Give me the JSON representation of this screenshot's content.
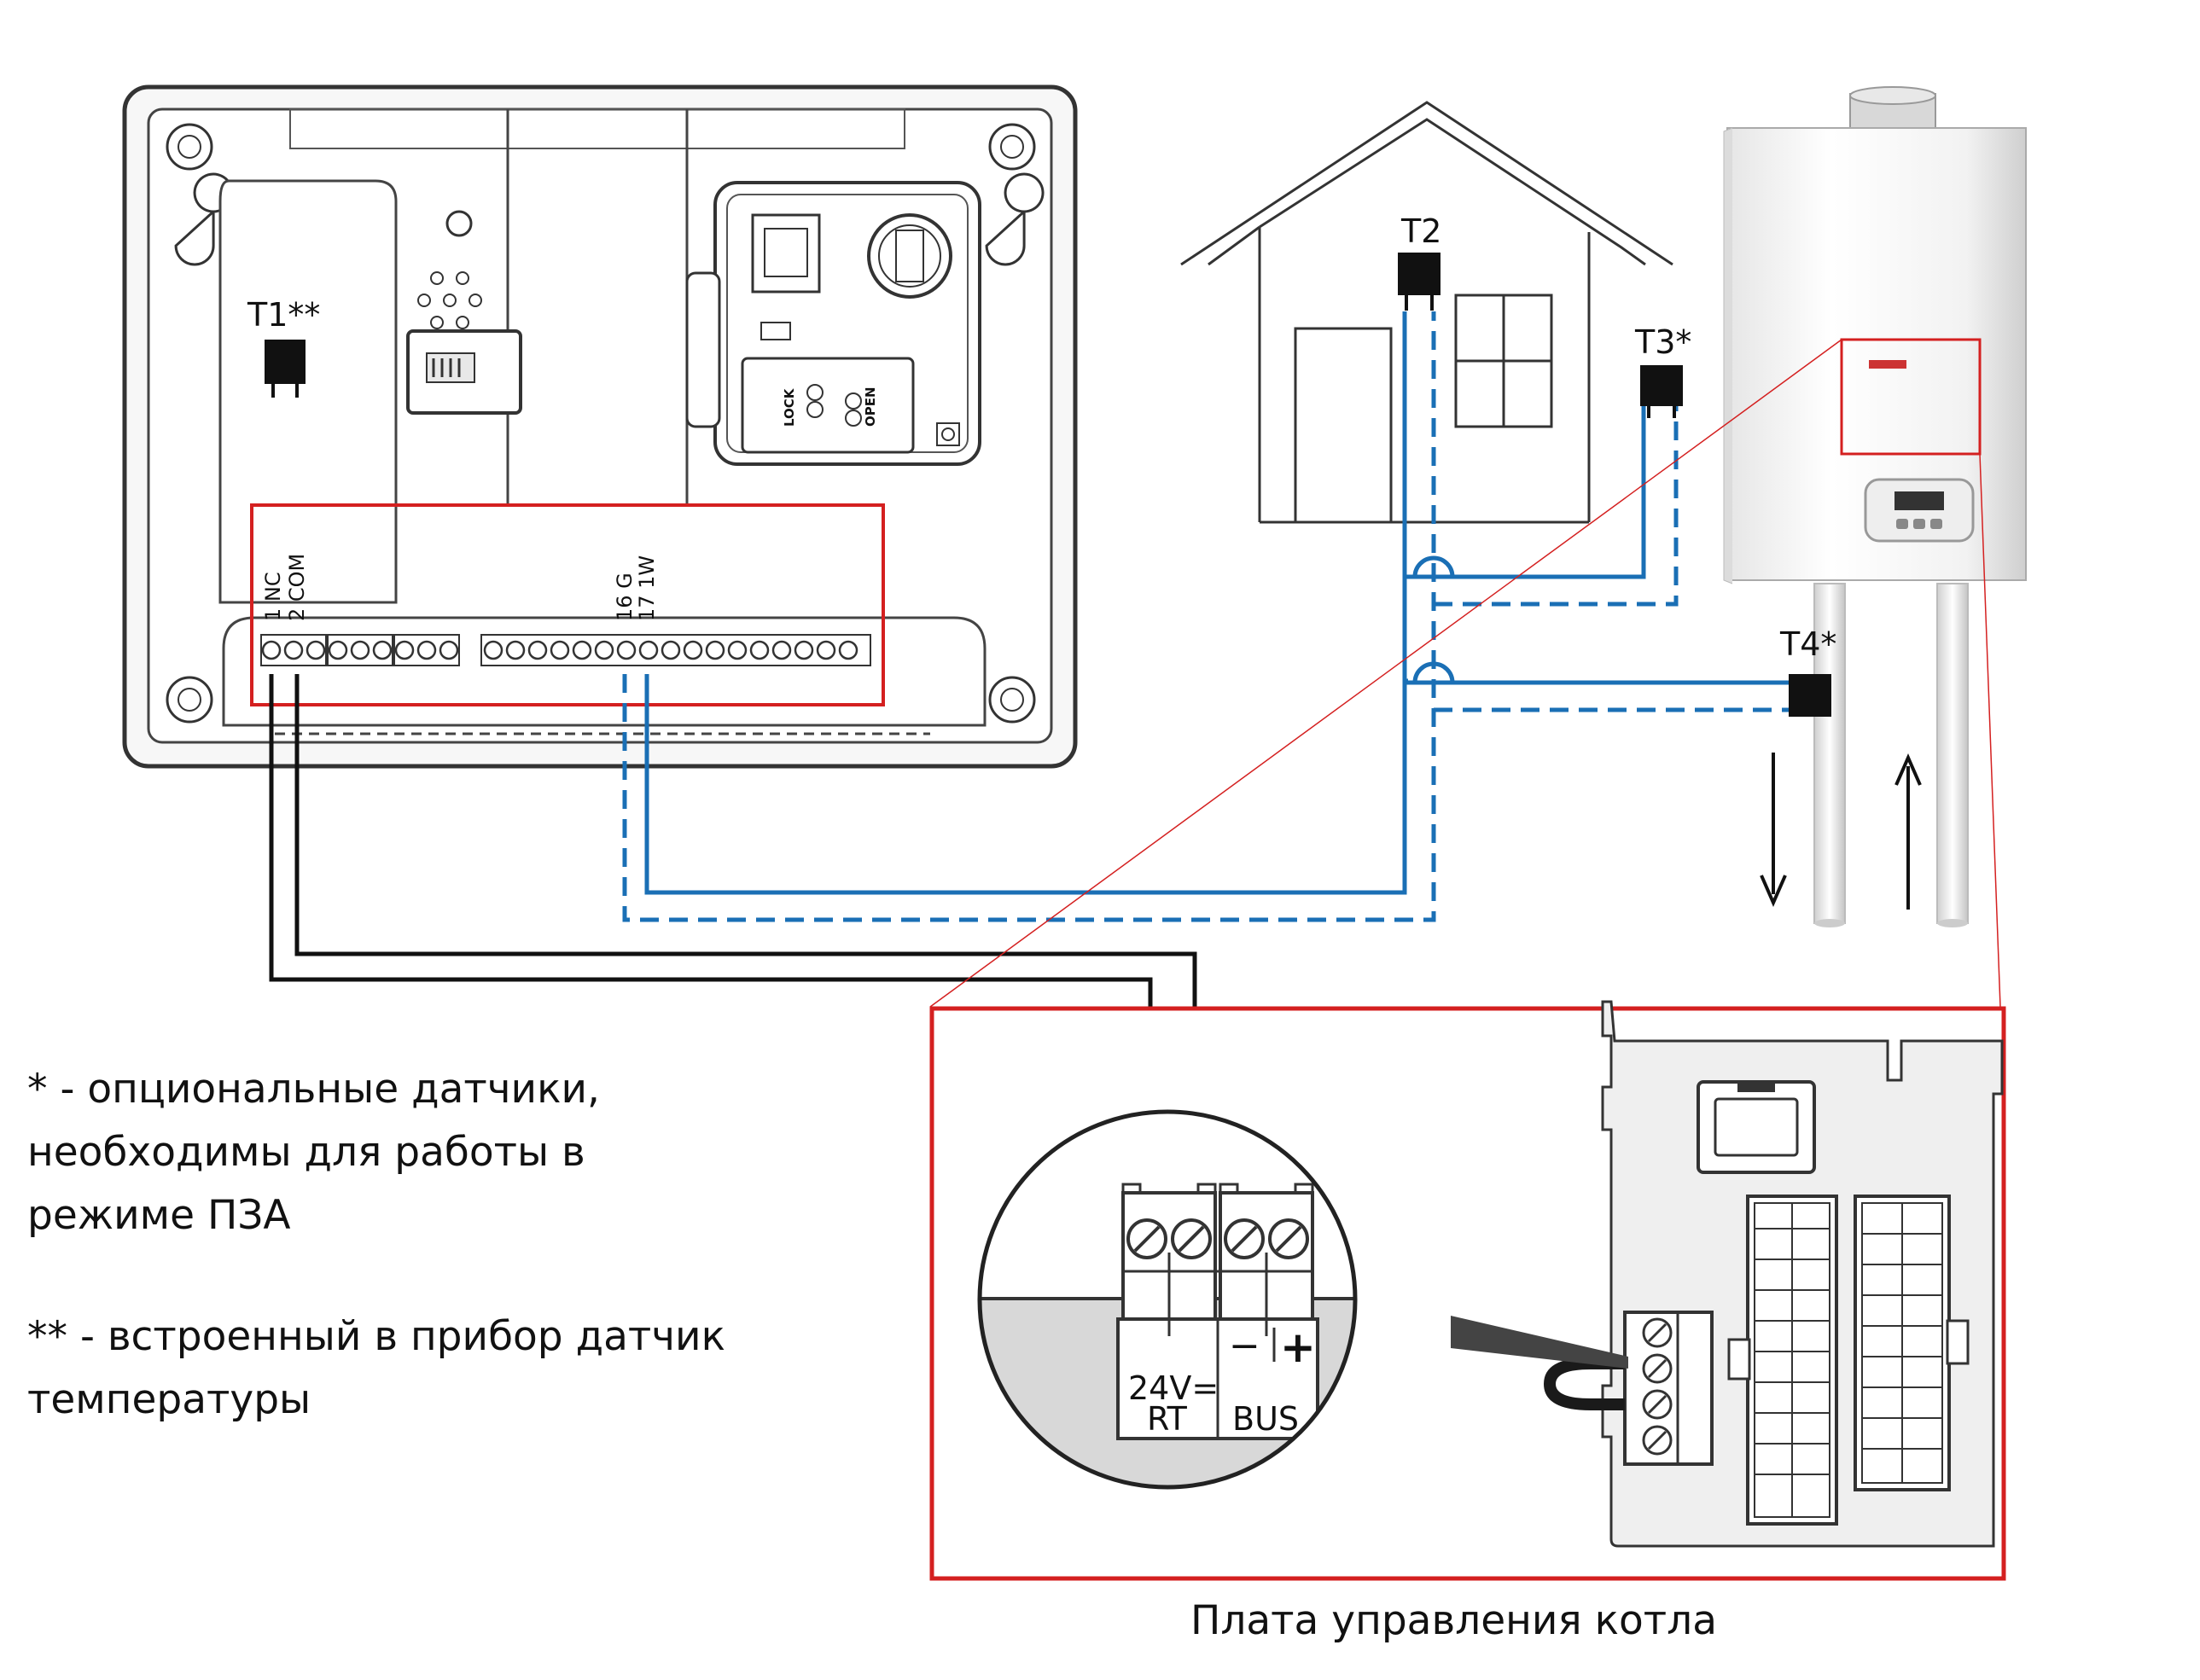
{
  "sensors": {
    "t1": "T1**",
    "t2": "T2",
    "t3": "T3*",
    "t4": "T4*"
  },
  "terminals": {
    "nc": "1 NC",
    "com": "2 COM",
    "g": "16 G",
    "w": "17 1W"
  },
  "device_labels": {
    "lock": "LOCK",
    "open": "OPEN"
  },
  "board_labels": {
    "rt_voltage": "24V=",
    "rt": "RT",
    "bus": "BUS",
    "minus": "−",
    "plus": "+"
  },
  "notes": {
    "optional_line1": "* - опциональные датчики,",
    "optional_line2": "необходимы для работы в",
    "optional_line3": "режиме ПЗА",
    "builtin_line1": "** - встроенный в прибор датчик",
    "builtin_line2": "температуры"
  },
  "caption": "Плата управления котла",
  "colors": {
    "wire_blue": "#1a6fb5",
    "highlight_red": "#d42020",
    "outline": "#333333"
  }
}
